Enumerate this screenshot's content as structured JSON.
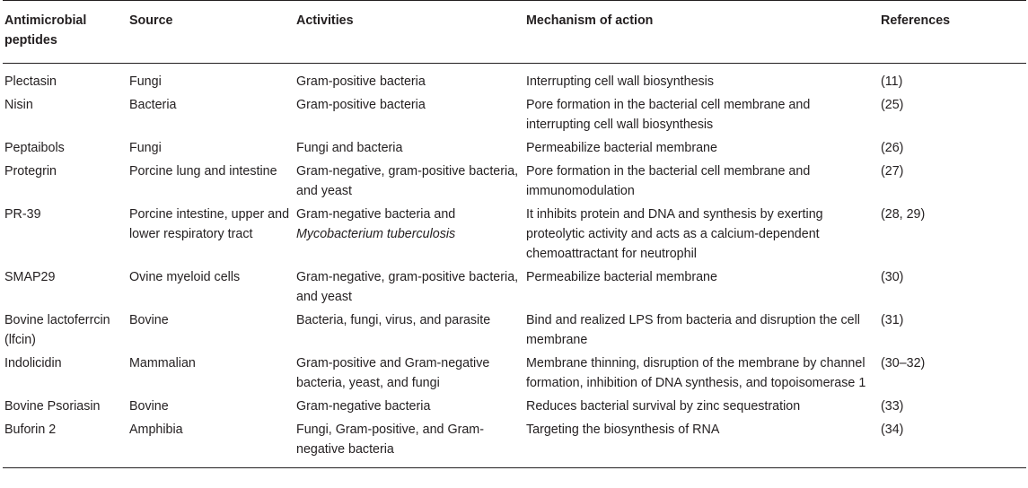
{
  "headers": {
    "peptides": "Antimicrobial peptides",
    "source": "Source",
    "activities": "Activities",
    "mechanism": "Mechanism of action",
    "references": "References"
  },
  "rows": [
    {
      "peptide": "Plectasin",
      "source": "Fungi",
      "activities": "Gram-positive bacteria",
      "activities_italic": "",
      "mechanism": "Interrupting cell wall biosynthesis",
      "references": "(11)"
    },
    {
      "peptide": "Nisin",
      "source": "Bacteria",
      "activities": "Gram-positive bacteria",
      "activities_italic": "",
      "mechanism": "Pore formation in the bacterial cell membrane and interrupting cell wall biosynthesis",
      "references": "(25)"
    },
    {
      "peptide": "Peptaibols",
      "source": "Fungi",
      "activities": "Fungi and bacteria",
      "activities_italic": "",
      "mechanism": "Permeabilize bacterial membrane",
      "references": "(26)"
    },
    {
      "peptide": "Protegrin",
      "source": "Porcine lung and intestine",
      "activities": "Gram-negative, gram-positive bacteria, and yeast",
      "activities_italic": "",
      "mechanism": "Pore formation in the bacterial cell membrane and immunomodulation",
      "references": "(27)"
    },
    {
      "peptide": "PR-39",
      "source": "Porcine intestine, upper and lower respiratory tract",
      "activities": "Gram-negative bacteria and",
      "activities_italic": "Mycobacterium tuberculosis",
      "mechanism": "It inhibits protein and DNA and synthesis by exerting proteolytic activity and acts as a calcium-dependent chemoattractant for neutrophil",
      "references": "(28, 29)"
    },
    {
      "peptide": "SMAP29",
      "source": "Ovine myeloid cells",
      "activities": "Gram-negative, gram-positive bacteria, and yeast",
      "activities_italic": "",
      "mechanism": "Permeabilize bacterial membrane",
      "references": "(30)"
    },
    {
      "peptide": "Bovine lactoferrcin (lfcin)",
      "source": "Bovine",
      "activities": "Bacteria, fungi, virus, and parasite",
      "activities_italic": "",
      "mechanism": "Bind and realized LPS from bacteria and disruption the cell membrane",
      "references": "(31)"
    },
    {
      "peptide": "Indolicidin",
      "source": "Mammalian",
      "activities": "Gram-positive and Gram-negative bacteria, yeast, and fungi",
      "activities_italic": "",
      "mechanism": "Membrane thinning, disruption of the membrane by channel formation, inhibition of DNA synthesis, and topoisomerase 1",
      "references": "(30–32)"
    },
    {
      "peptide": "Bovine Psoriasin",
      "source": "Bovine",
      "activities": "Gram-negative bacteria",
      "activities_italic": "",
      "mechanism": "Reduces bacterial survival by zinc sequestration",
      "references": "(33)"
    },
    {
      "peptide": "Buforin 2",
      "source": "Amphibia",
      "activities": "Fungi, Gram-positive, and Gram-negative bacteria",
      "activities_italic": "",
      "mechanism": "Targeting the biosynthesis of RNA",
      "references": "(34)"
    }
  ]
}
